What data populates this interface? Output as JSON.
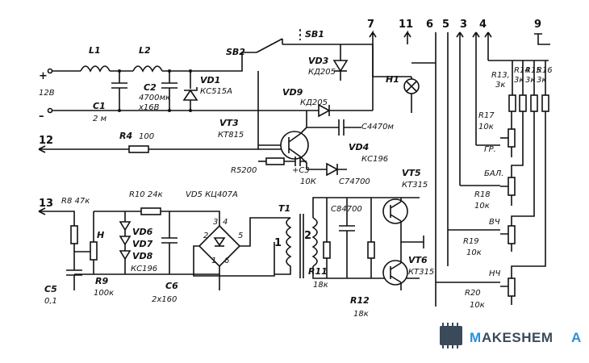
{
  "labels": {
    "L1": "L1",
    "L2": "L2",
    "SB2": "SB2",
    "SB1": "SB1",
    "VD3": "VD3",
    "VD3_type": "КД205",
    "VD9": "VD9",
    "VD9_type": "КД205",
    "VD1": "VD1",
    "VD1_type": "КС515А",
    "C1": "C1",
    "C1_val": "2 м",
    "C2": "C2",
    "C2_val": "4700мк",
    "C2_volt": "х16В",
    "plus12": "+",
    "v12": "12В",
    "R4": "R4",
    "R4_val": "100",
    "VT3": "VT3",
    "VT3_type": "КТ815",
    "C4": "C4470м",
    "VD4": "VD4",
    "VD4_type": "КС196",
    "R5": "R5200",
    "C3": "+C3",
    "C3_val": "10К",
    "C7": "C74700",
    "VT5": "VT5",
    "VT5_type": "КТ315",
    "H1": "H1",
    "R13": "R13,",
    "R13_val": "3к",
    "R14": "R14",
    "R14_val": "3к",
    "R15": "R15",
    "R15_val": "3к",
    "R16": "R16",
    "R16_val": "3к",
    "R17": "R17",
    "R17_val": "10к",
    "gr": "ГР.",
    "bal": "БАЛ.",
    "R18": "R18",
    "R18_val": "10к",
    "vch": "ВЧ",
    "R19": "R19",
    "R19_val": "10к",
    "nch": "НЧ",
    "R20": "R20",
    "R20_val": "10к",
    "R8": "R8 47к",
    "R10": "R10 24к",
    "VD5": "VD5 КЦ407А",
    "T1": "T1",
    "C8": "C84700",
    "H": "Н",
    "VD6": "VD6",
    "VD7": "VD7",
    "VD8": "VD8",
    "VD_type": "КС196",
    "R9": "R9",
    "R9_val": "100к",
    "C5": "C5",
    "C5_val": "0,1",
    "C6": "C6",
    "C6_val": "2х160",
    "R11": "R11",
    "R11_val": "18к",
    "R12": "R12",
    "R12_val": "18к",
    "VT6": "VT6",
    "VT6_type": "КТ315",
    "bridge_3": "3",
    "bridge_4": "4",
    "bridge_2": "2",
    "bridge_5": "5",
    "bridge_1": "1",
    "bridge_6": "6",
    "t1_left": "1",
    "t1_right": "2"
  },
  "terminals": {
    "t7": "7",
    "t11": "11",
    "t6": "6",
    "t5": "5",
    "t3": "3",
    "t4": "4",
    "t9": "9",
    "t12": "12",
    "t13": "13",
    "plus": "+",
    "minus": "–"
  },
  "logo": {
    "text_m": "M",
    "text_rest": "AKESHEM",
    "text_a": "A",
    "color_dark": "#3b4a5a",
    "color_accent": "#2a8fd6"
  }
}
